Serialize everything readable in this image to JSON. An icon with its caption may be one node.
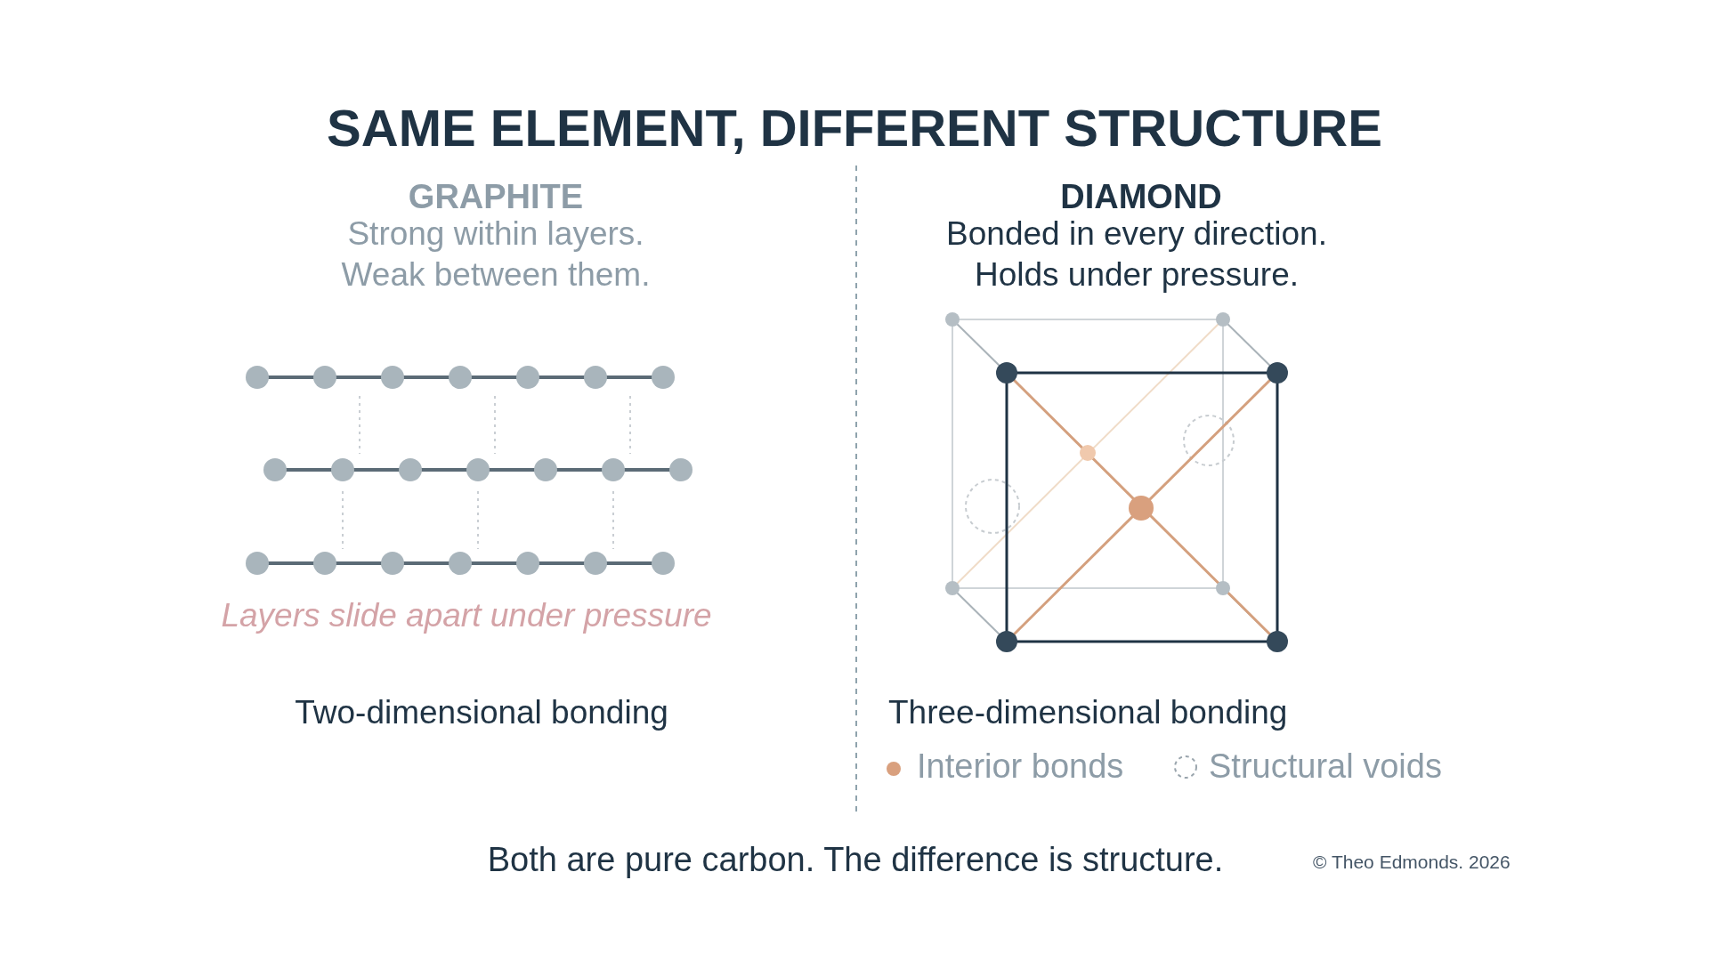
{
  "diagram": {
    "title": "SAME ELEMENT, DIFFERENT STRUCTURE",
    "caption": "Both are pure carbon. The difference is structure.",
    "labels": [
      "GRAPHITE",
      "Strong within layers. Weak between them.",
      "Layers slide apart under pressure",
      "Two-dimensional bonding",
      "DIAMOND",
      "Bonded in every direction. Holds under pressure.",
      "Three-dimensional bonding",
      "© Theo Edmonds. 2026"
    ],
    "legend": [
      {
        "text": "Interior bonds",
        "color": "#d9a07e"
      },
      {
        "text": "Structural voids"
      }
    ]
  }
}
